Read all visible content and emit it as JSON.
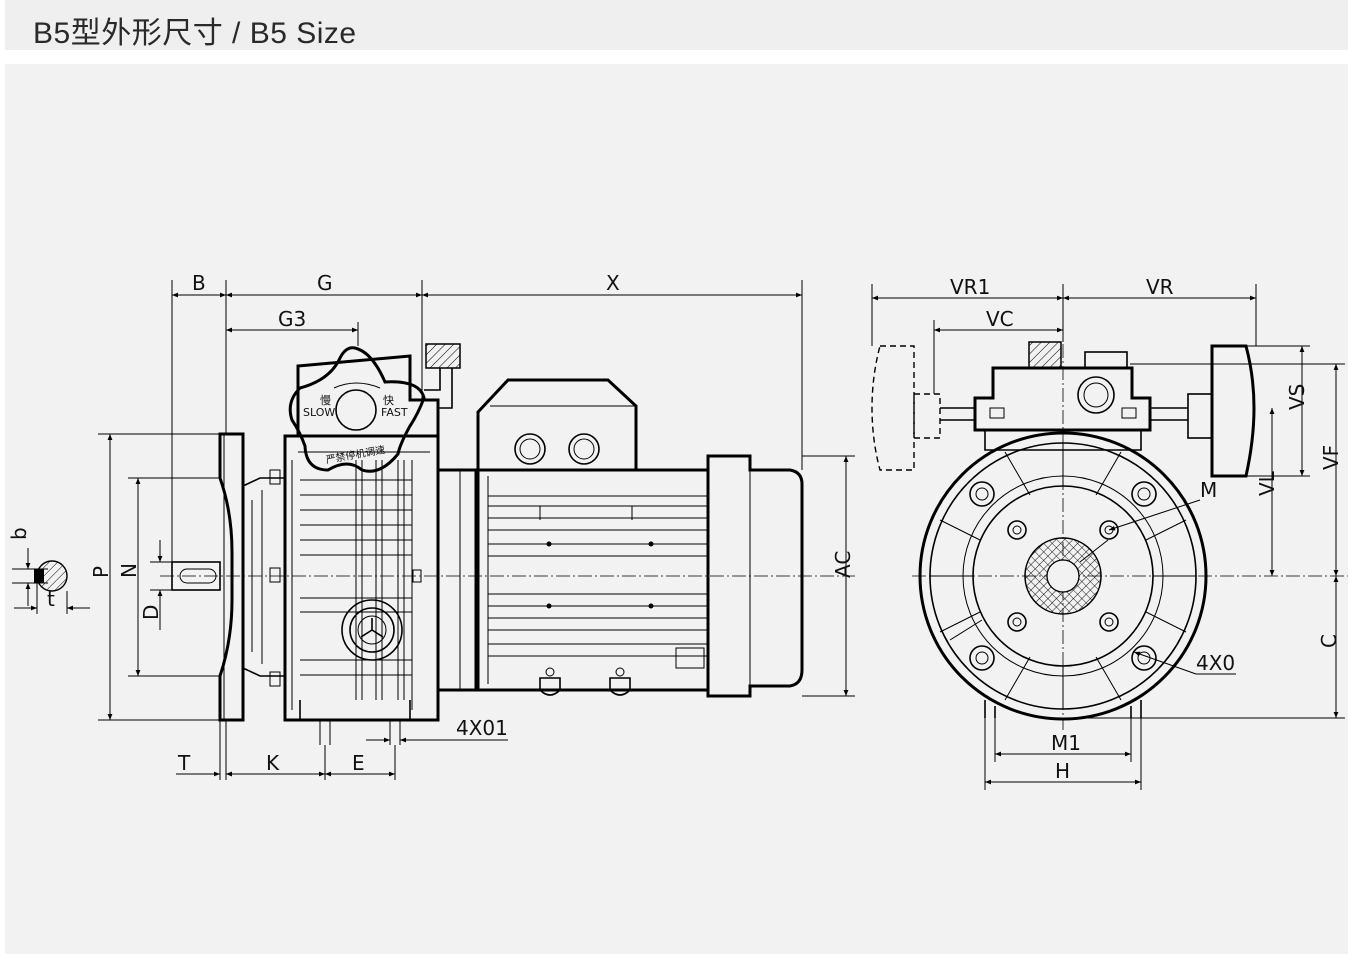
{
  "title": "B5型外形尺寸 / B5 Size",
  "side_view": {
    "dimensions": {
      "b_top": "B",
      "g": "G",
      "x": "X",
      "g3": "G3",
      "p": "P",
      "n": "N",
      "d": "D",
      "ac": "AC",
      "t_bottom": "T",
      "k": "K",
      "e": "E",
      "hole": "4X01",
      "key_b": "b",
      "key_t": "t"
    },
    "knob": {
      "slow_cn": "慢",
      "slow_en": "SLOW",
      "fast_cn": "快",
      "fast_en": "FAST",
      "warning": "严禁停机调速"
    }
  },
  "front_view": {
    "dimensions": {
      "vr1": "VR1",
      "vr": "VR",
      "vc": "VC",
      "vs": "VS",
      "vf": "VF",
      "vl": "VL",
      "m": "M",
      "c": "C",
      "hole": "4X0",
      "m1": "M1",
      "h": "H"
    }
  }
}
